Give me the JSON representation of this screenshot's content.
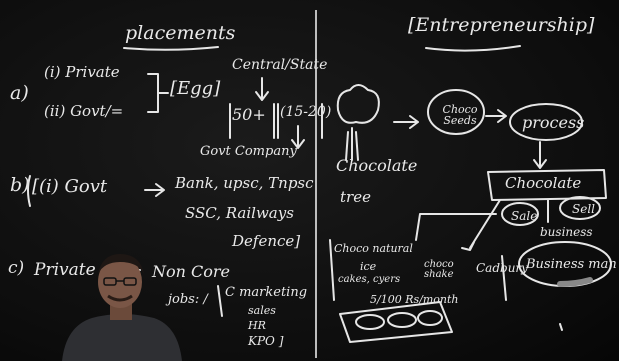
{
  "left": {
    "title": "placements",
    "section_a_marker": "a)",
    "a_item1": "(i) Private",
    "a_item2": "(ii) Govt/=",
    "egg": "[Egg]",
    "central_state": "Central/State",
    "fifty_plus": "50+",
    "range": "(15-20)",
    "govt_company": "Govt Company",
    "section_b_marker": "b)",
    "b_item": "[(i) Govt",
    "b_list1": "Bank, upsc, Tnpsc",
    "b_list2": "SSC, Railways",
    "b_list3": "Defence]",
    "section_c_marker": "c)",
    "c_item": "Private",
    "non_core": "Non Core",
    "jobs": "jobs: /",
    "marketing": "C marketing",
    "sales": "sales",
    "hr": "HR",
    "kpo": "KPO ]"
  },
  "right": {
    "title": "[Entrepreneurship]",
    "choco_seeds": "Choco Seeds",
    "process": "process",
    "chocolate_tree_1": "Chocolate",
    "chocolate_tree_2": "tree",
    "chocolate": "Chocolate",
    "sell": "Sell",
    "sale": "Sale",
    "business": "business",
    "business_man": "Business man",
    "choco_natural": "Choco natural",
    "ice": "ice",
    "cakes": "cakes, cyers",
    "choco_shake": "choco shake",
    "cadbury": "Cadbury",
    "prices": "5/100 Rs/month"
  },
  "colors": {
    "board": "#0c0c0c",
    "chalk": "#e9e9e9"
  }
}
